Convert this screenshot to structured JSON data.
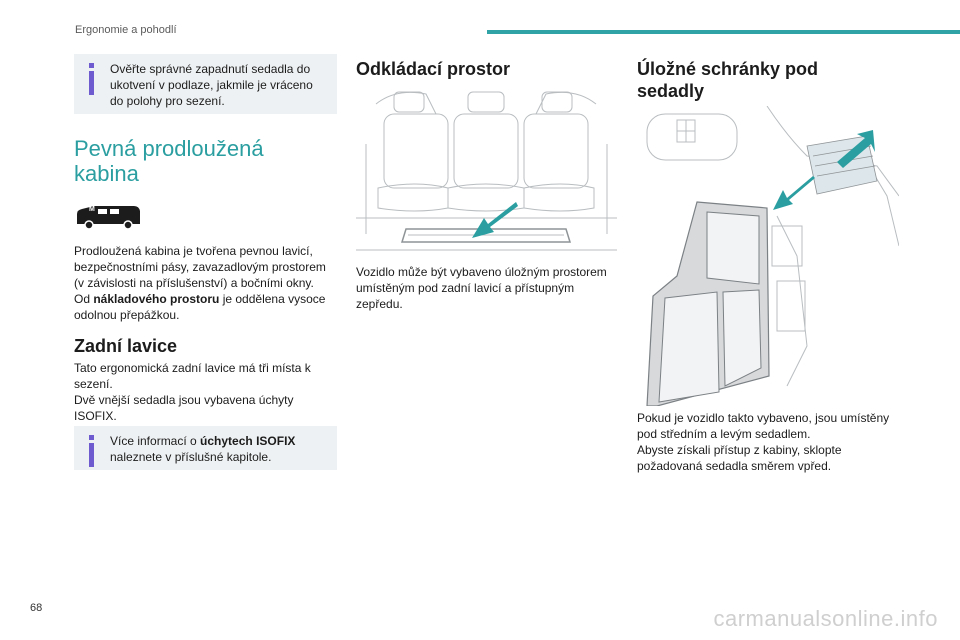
{
  "header": {
    "section": "Ergonomie a pohodlí",
    "accent": "#2fa3a5"
  },
  "page_number": "68",
  "watermark": "carmanualsonline.info",
  "left": {
    "note_top": "Ověřte správné zapadnutí sedadla do ukotvení v podlaze, jakmile je vráceno do polohy pro sezení.",
    "heading_cab": "Pevná prodloužená kabina",
    "vehicle_badge": "M",
    "cab_par_1": "Prodloužená kabina je tvořena pevnou lavicí, bezpečnostními pásy, zavazadlovým prostorem (v závislosti na příslušenství) a bočními okny.",
    "cab_par_2_pre": "Od ",
    "cab_par_2_bold": "nákladového prostoru",
    "cab_par_2_post": " je oddělena vysoce odolnou přepážkou.",
    "heading_bench": "Zadní lavice",
    "bench_par_1": "Tato ergonomická zadní lavice má tři místa k sezení.",
    "bench_par_2": "Dvě vnější sedadla jsou vybavena úchyty ISOFIX.",
    "note_isofix_pre": "Více informací o ",
    "note_isofix_bold": "úchytech ISOFIX",
    "note_isofix_post": " naleznete v příslušné kapitole."
  },
  "middle": {
    "heading": "Odkládací prostor",
    "par": "Vozidlo může být vybaveno úložným prostorem umístěným pod zadní lavicí a přístupným zepředu."
  },
  "right": {
    "heading": "Úložné schránky pod sedadly",
    "par_1": "Pokud je vozidlo takto vybaveno, jsou umístěny pod středním a levým sedadlem.",
    "par_2": "Abyste získali přístup z kabiny, sklopte požadovaná sedadla směrem vpřed."
  },
  "colors": {
    "teal_heading": "#2a9ea0",
    "note_bg": "#eef1f3",
    "info_icon": "#6f5bd0",
    "arrow": "#2a9ea0"
  }
}
